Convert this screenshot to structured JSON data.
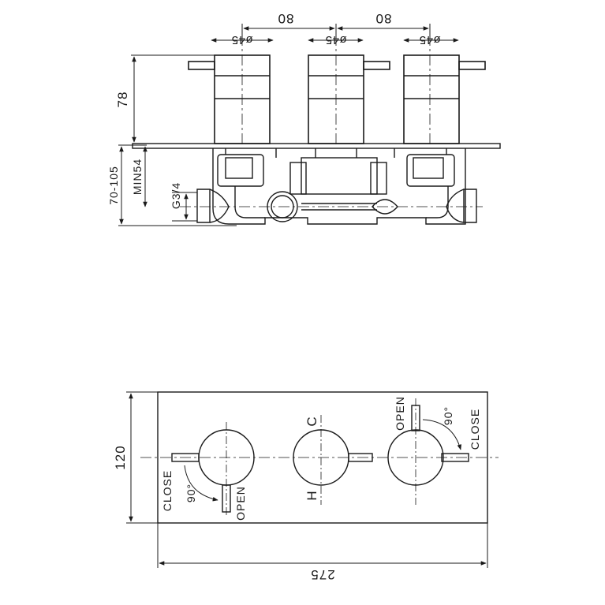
{
  "side_view": {
    "dim_spacing_left": "80",
    "dim_spacing_right": "80",
    "handle_dia_1": "ø45",
    "handle_dia_2": "ø45",
    "handle_dia_3": "ø45",
    "dim_height": "78",
    "dim_depth": "70-105",
    "dim_min": "MIN54",
    "dim_thread": "G3/4"
  },
  "front_view": {
    "dim_height": "120",
    "dim_width": "275",
    "left_close": "CLOSE",
    "left_open": "OPEN",
    "left_angle": "90°",
    "center_cold": "C",
    "center_hot": "H",
    "right_open": "OPEN",
    "right_close": "CLOSE",
    "right_angle": "90°"
  }
}
